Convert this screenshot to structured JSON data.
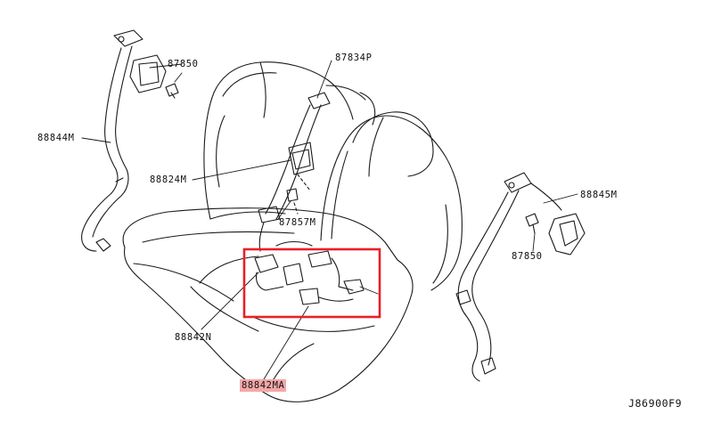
{
  "labels": {
    "retractor_bolt_left": "87850",
    "upper_guide": "87834P",
    "belt_assy_left": "88844M",
    "belt_assy_center": "88824M",
    "center_anchor_bolt": "87857M",
    "belt_assy_right": "88845M",
    "retractor_bolt_right": "87850",
    "buckle_left": "88842N",
    "buckle_assy_highlighted": "88842MA"
  },
  "figure_code": "J86900F9",
  "colors": {
    "callout_box": "#e8202a",
    "highlight_fill": "#f4a7a7",
    "line": "#1a1a1a"
  }
}
